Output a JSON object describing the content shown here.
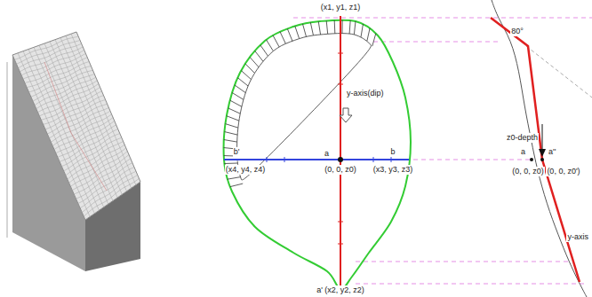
{
  "diagram": {
    "labels": [
      "(x1, y1, z1)",
      "y-axis(dip)",
      "a",
      "(0, 0, z0)",
      "b",
      "(x3, y3, z3)",
      "b'",
      "(x4, y4, z4)",
      "a' (x2, y2, z2)",
      "80°",
      "z0-depth",
      "a",
      "(0, 0, z0)",
      "a''",
      "(0, 0, z0')",
      "y-axis"
    ]
  }
}
